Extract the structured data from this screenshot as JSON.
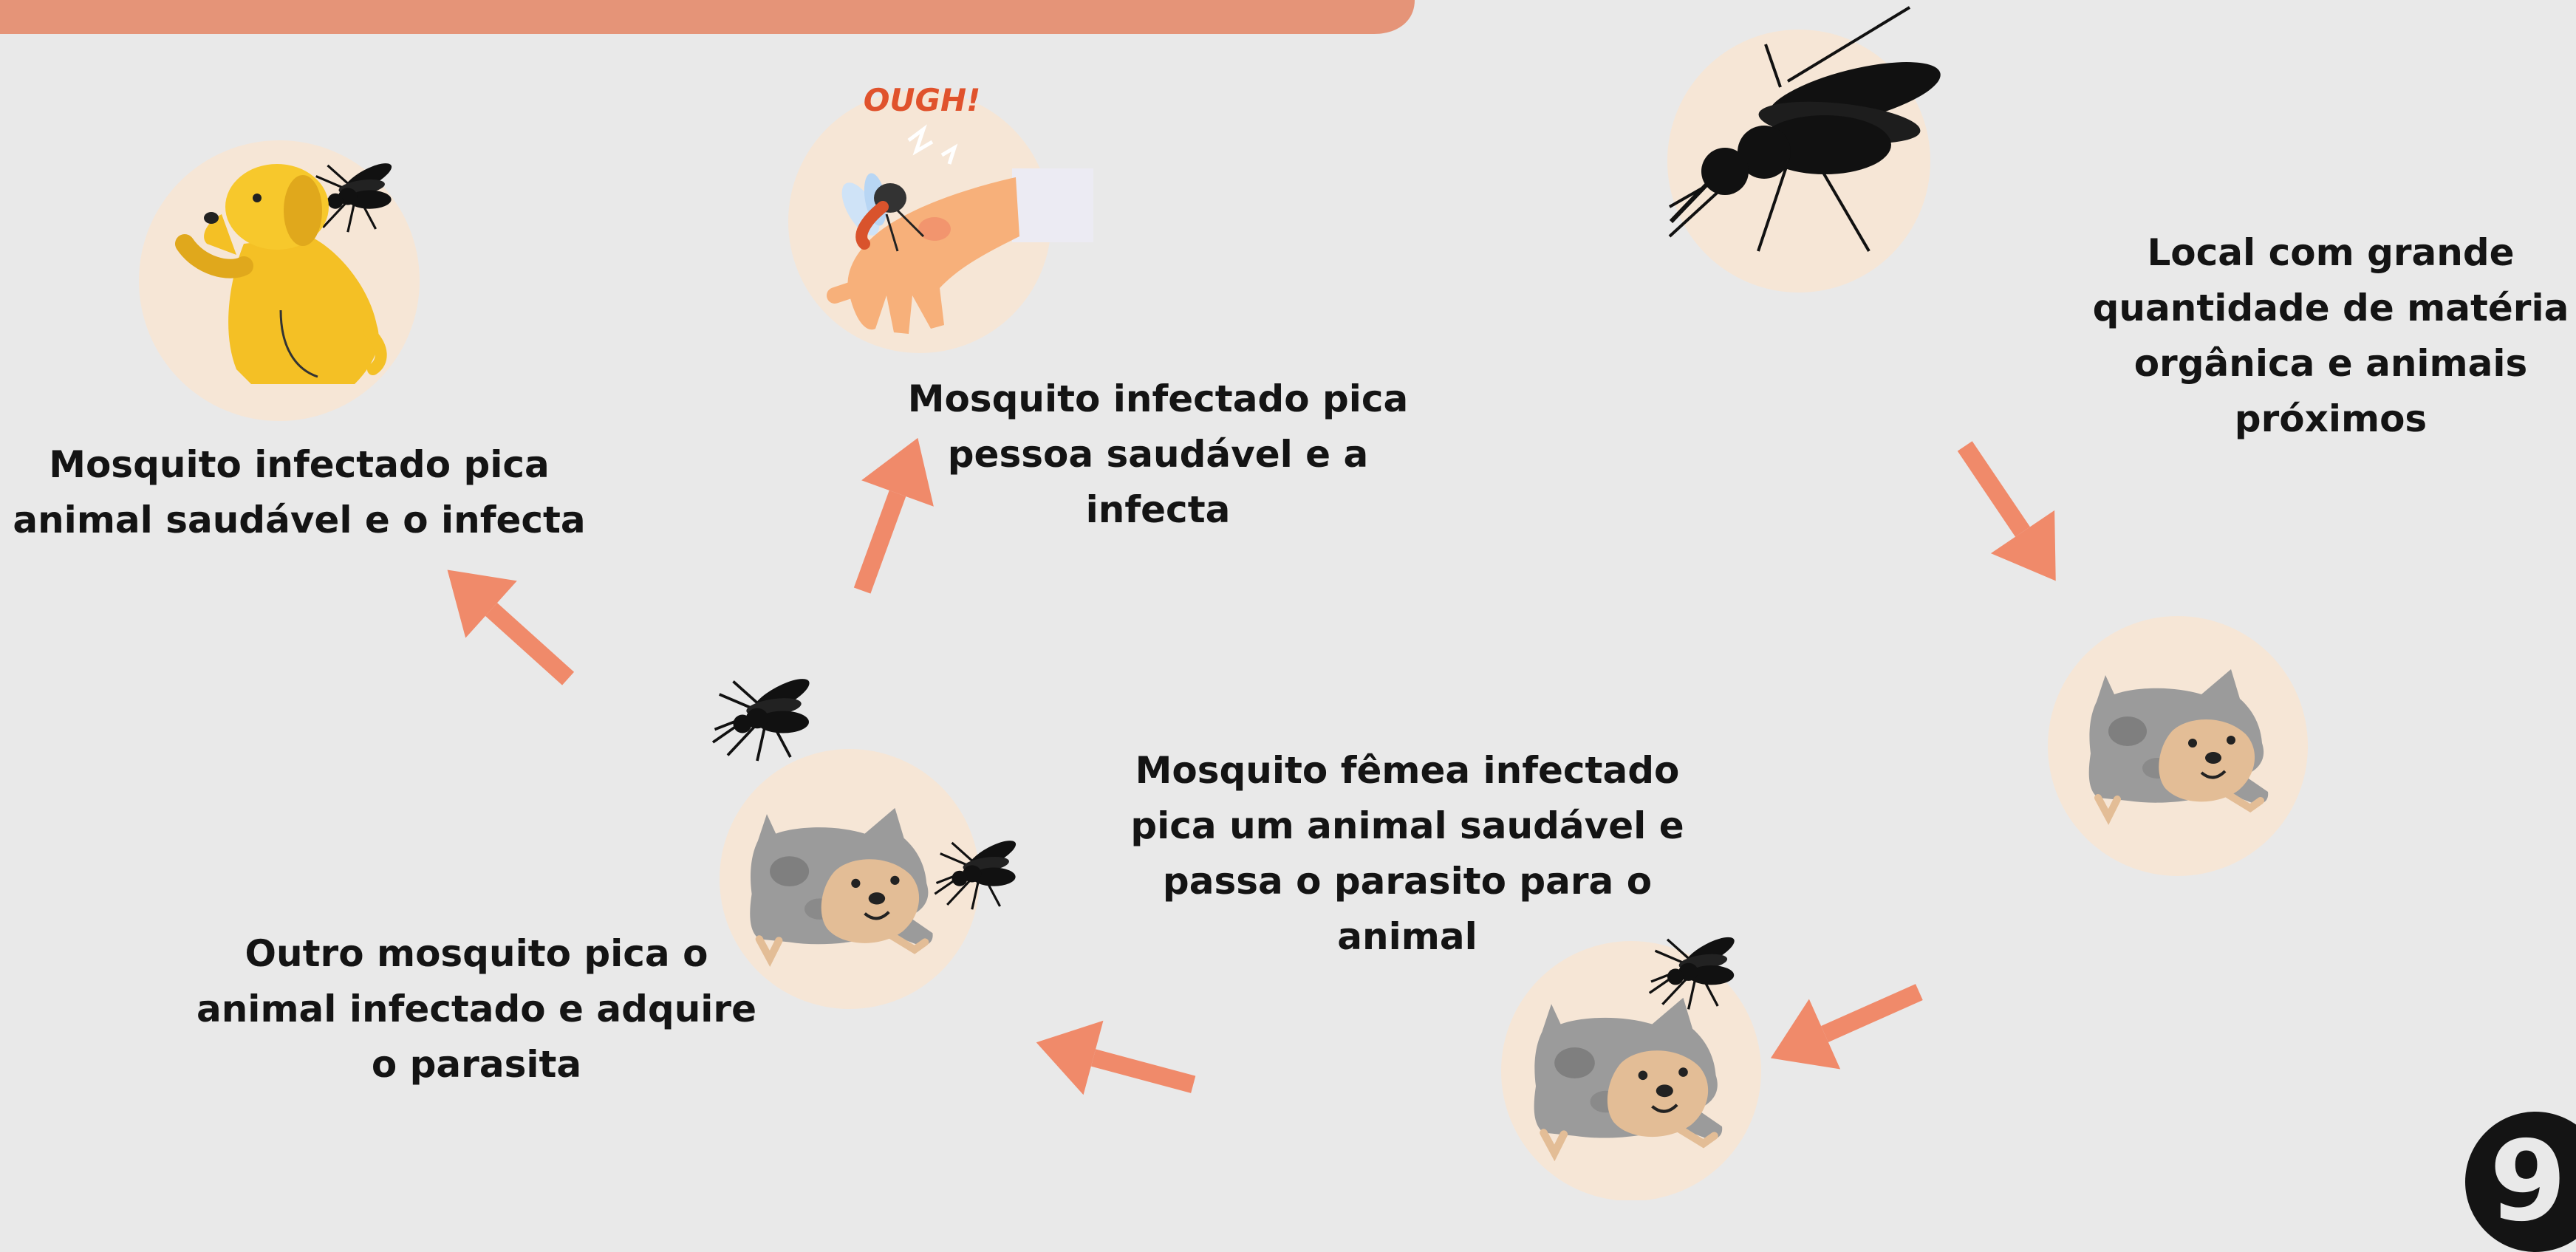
{
  "labels": {
    "breeding_site": "Local com grande quantidade de matéria orgânica e animais próximos",
    "female_bites_healthy": "Mosquito fêmea infectado pica um animal saudável e passa o parasito para o animal",
    "another_mosquito_acquires": "Outro mosquito pica o animal infectado e adquire o parasita",
    "infects_person": "Mosquito infectado pica pessoa saudável e a infecta",
    "infects_animal": "Mosquito infectado pica animal saudável e o infecta"
  },
  "illustration_text": {
    "ough": "OUGH!"
  },
  "page_number": "9",
  "colors": {
    "background": "#e9e9e9",
    "banner": "#e59478",
    "arrow": "#f08a6a",
    "circle": "#f6e6d6",
    "text": "#141414"
  }
}
